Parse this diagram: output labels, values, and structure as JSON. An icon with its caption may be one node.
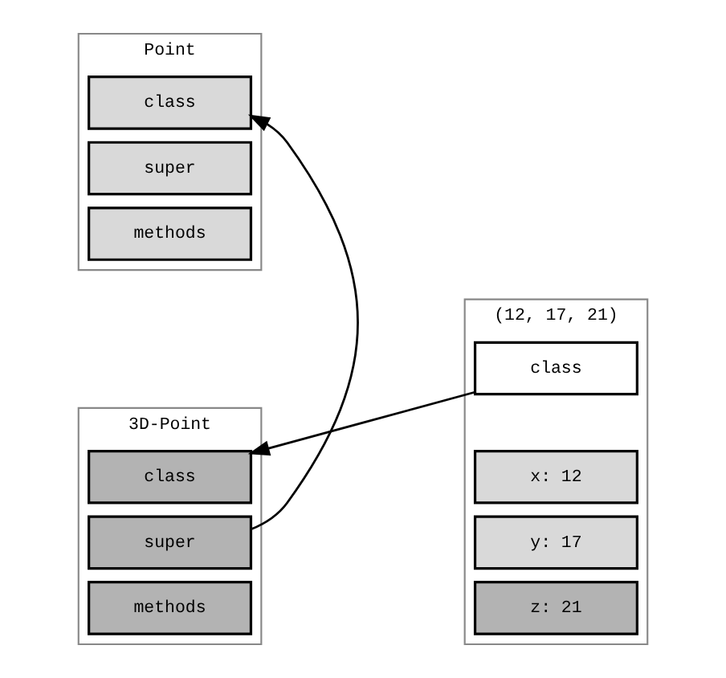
{
  "diagram": {
    "nodes": [
      {
        "text": [
          "Point"
        ]
      },
      {
        "text": [
          "class"
        ],
        "in": 0
      },
      {
        "text": [
          "super"
        ],
        "in": 0
      },
      {
        "text": [
          "methods"
        ],
        "in": 0
      },
      {
        "text": [
          "(12, 17, 21)"
        ]
      },
      {
        "text": [
          "class"
        ],
        "in": 4
      },
      {
        "text": [
          "x: 12"
        ],
        "in": 4
      },
      {
        "text": [
          "y: 17"
        ],
        "in": 4
      },
      {
        "text": [
          "z: 21"
        ],
        "in": 4
      },
      {
        "text": [
          "3D-Point"
        ]
      },
      {
        "text": [
          "class"
        ],
        "in": 9
      },
      {
        "text": [
          "super"
        ],
        "in": 9
      },
      {
        "text": [
          "methods"
        ],
        "in": 9
      }
    ],
    "edges": [
      {
        "from": 5,
        "to": 10,
        "arrow": "to"
      },
      {
        "from": 11,
        "to": 1,
        "arrow": "to"
      }
    ]
  }
}
